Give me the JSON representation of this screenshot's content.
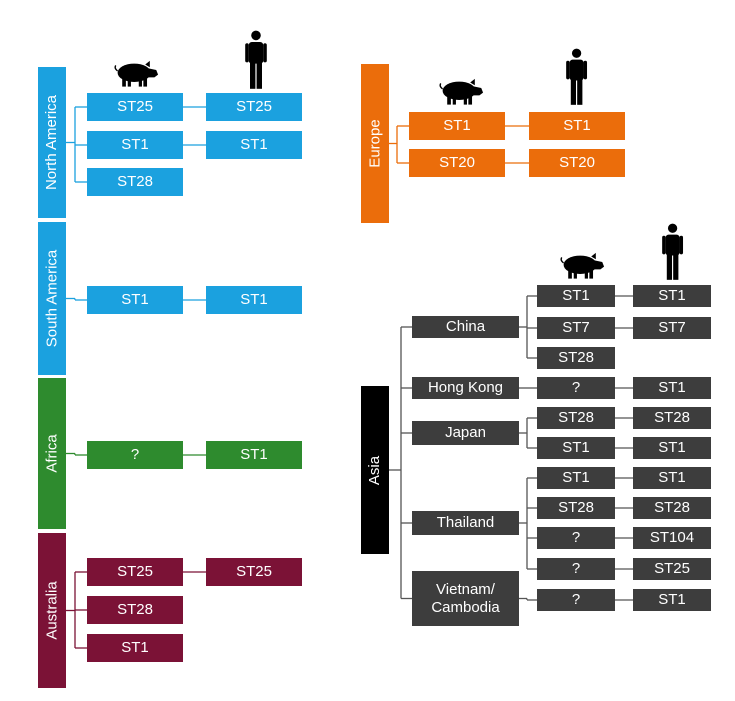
{
  "colors": {
    "north_america": "#1ba1df",
    "south_america": "#1ba1df",
    "africa": "#2e8b2e",
    "australia": "#7b1236",
    "europe": "#eb6d0b",
    "asia": "#000000",
    "asia_boxes": "#3d3d3d"
  },
  "icons": {
    "pig": "pig-icon",
    "human": "person-icon"
  },
  "regions": {
    "north_america": {
      "label": "North America",
      "rows": [
        {
          "pig": "ST25",
          "human": "ST25"
        },
        {
          "pig": "ST1",
          "human": "ST1"
        },
        {
          "pig": "ST28",
          "human": ""
        }
      ]
    },
    "south_america": {
      "label": "South America",
      "rows": [
        {
          "pig": "ST1",
          "human": "ST1"
        }
      ]
    },
    "africa": {
      "label": "Africa",
      "rows": [
        {
          "pig": "?",
          "human": "ST1"
        }
      ]
    },
    "australia": {
      "label": "Australia",
      "rows": [
        {
          "pig": "ST25",
          "human": "ST25"
        },
        {
          "pig": "ST28",
          "human": ""
        },
        {
          "pig": "ST1",
          "human": ""
        }
      ]
    },
    "europe": {
      "label": "Europe",
      "rows": [
        {
          "pig": "ST1",
          "human": "ST1"
        },
        {
          "pig": "ST20",
          "human": "ST20"
        }
      ]
    },
    "asia": {
      "label": "Asia",
      "countries": [
        {
          "name": "China",
          "rows": [
            {
              "pig": "ST1",
              "human": "ST1"
            },
            {
              "pig": "ST7",
              "human": "ST7"
            },
            {
              "pig": "ST28",
              "human": ""
            }
          ]
        },
        {
          "name": "Hong Kong",
          "rows": [
            {
              "pig": "?",
              "human": "ST1"
            }
          ]
        },
        {
          "name": "Japan",
          "rows": [
            {
              "pig": "ST28",
              "human": "ST28"
            },
            {
              "pig": "ST1",
              "human": "ST1"
            }
          ]
        },
        {
          "name": "Thailand",
          "rows": [
            {
              "pig": "ST1",
              "human": "ST1"
            },
            {
              "pig": "ST28",
              "human": "ST28"
            },
            {
              "pig": "?",
              "human": "ST104"
            },
            {
              "pig": "?",
              "human": "ST25"
            }
          ]
        },
        {
          "name": "Vietnam/\nCambodia",
          "rows": [
            {
              "pig": "?",
              "human": "ST1"
            }
          ]
        }
      ]
    }
  }
}
